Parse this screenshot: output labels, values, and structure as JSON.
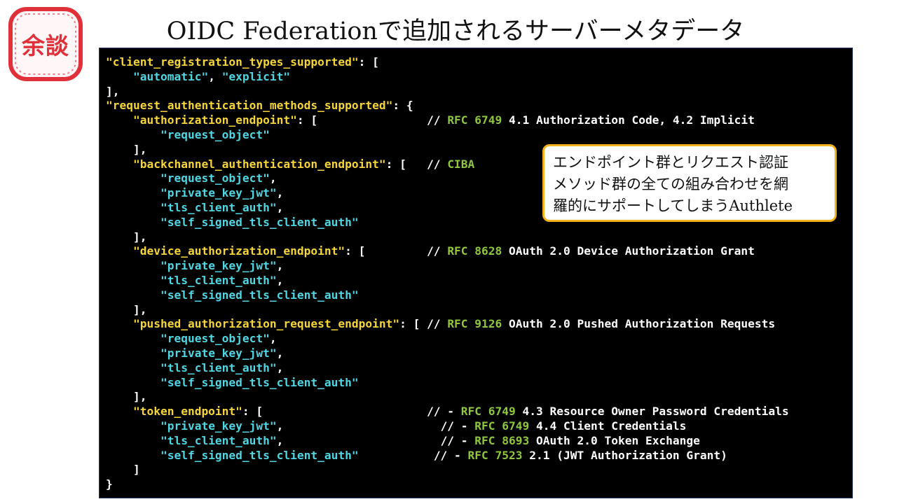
{
  "slide": {
    "title": "OIDC Federationで追加されるサーバーメタデータ",
    "stamp_text": "余談",
    "colors": {
      "stamp_red": "#e0303a",
      "key_yellow": "#f5d53a",
      "value_cyan": "#4fd6e2",
      "rfc_green": "#8ec63f",
      "callout_border": "#f2b31b",
      "code_background": "#000000"
    }
  },
  "code": {
    "lines": [
      {
        "indent": "",
        "key": "\"client_registration_types_supported\"",
        "punct": ": [",
        "value": "",
        "tail": "",
        "comment": "",
        "rfc": "",
        "desc": ""
      },
      {
        "indent": "    ",
        "key": "",
        "punct": "",
        "value": "\"automatic\"",
        "tail": ", ",
        "value2": "\"explicit\"",
        "comment": "",
        "rfc": "",
        "desc": ""
      },
      {
        "indent": "",
        "key": "",
        "punct": "],",
        "value": "",
        "tail": "",
        "comment": "",
        "rfc": "",
        "desc": ""
      },
      {
        "indent": "",
        "key": "\"request_authentication_methods_supported\"",
        "punct": ": {",
        "value": "",
        "tail": "",
        "comment": "",
        "rfc": "",
        "desc": ""
      },
      {
        "indent": "    ",
        "key": "\"authorization_endpoint\"",
        "punct": ": [                ",
        "value": "",
        "tail": "",
        "comment": "// ",
        "rfc": "RFC 6749",
        "desc": " 4.1 Authorization Code, 4.2 Implicit"
      },
      {
        "indent": "        ",
        "key": "",
        "punct": "",
        "value": "\"request_object\"",
        "tail": "",
        "comment": "",
        "rfc": "",
        "desc": ""
      },
      {
        "indent": "    ",
        "key": "",
        "punct": "],",
        "value": "",
        "tail": "",
        "comment": "",
        "rfc": "",
        "desc": ""
      },
      {
        "indent": "    ",
        "key": "\"backchannel_authentication_endpoint\"",
        "punct": ": [   ",
        "value": "",
        "tail": "",
        "comment": "// ",
        "rfc": "",
        "desc": "CIBA",
        "desc_green": true
      },
      {
        "indent": "        ",
        "key": "",
        "punct": "",
        "value": "\"request_object\"",
        "tail": ",",
        "comment": "",
        "rfc": "",
        "desc": ""
      },
      {
        "indent": "        ",
        "key": "",
        "punct": "",
        "value": "\"private_key_jwt\"",
        "tail": ",",
        "comment": "",
        "rfc": "",
        "desc": ""
      },
      {
        "indent": "        ",
        "key": "",
        "punct": "",
        "value": "\"tls_client_auth\"",
        "tail": ",",
        "comment": "",
        "rfc": "",
        "desc": ""
      },
      {
        "indent": "        ",
        "key": "",
        "punct": "",
        "value": "\"self_signed_tls_client_auth\"",
        "tail": "",
        "comment": "",
        "rfc": "",
        "desc": ""
      },
      {
        "indent": "    ",
        "key": "",
        "punct": "],",
        "value": "",
        "tail": "",
        "comment": "",
        "rfc": "",
        "desc": ""
      },
      {
        "indent": "    ",
        "key": "\"device_authorization_endpoint\"",
        "punct": ": [         ",
        "value": "",
        "tail": "",
        "comment": "// ",
        "rfc": "RFC 8628",
        "desc": " OAuth 2.0 Device Authorization Grant"
      },
      {
        "indent": "        ",
        "key": "",
        "punct": "",
        "value": "\"private_key_jwt\"",
        "tail": ",",
        "comment": "",
        "rfc": "",
        "desc": ""
      },
      {
        "indent": "        ",
        "key": "",
        "punct": "",
        "value": "\"tls_client_auth\"",
        "tail": ",",
        "comment": "",
        "rfc": "",
        "desc": ""
      },
      {
        "indent": "        ",
        "key": "",
        "punct": "",
        "value": "\"self_signed_tls_client_auth\"",
        "tail": "",
        "comment": "",
        "rfc": "",
        "desc": ""
      },
      {
        "indent": "    ",
        "key": "",
        "punct": "],",
        "value": "",
        "tail": "",
        "comment": "",
        "rfc": "",
        "desc": ""
      },
      {
        "indent": "    ",
        "key": "\"pushed_authorization_request_endpoint\"",
        "punct": ": [ ",
        "value": "",
        "tail": "",
        "comment": "// ",
        "rfc": "RFC 9126",
        "desc": " OAuth 2.0 Pushed Authorization Requests"
      },
      {
        "indent": "        ",
        "key": "",
        "punct": "",
        "value": "\"request_object\"",
        "tail": ",",
        "comment": "",
        "rfc": "",
        "desc": ""
      },
      {
        "indent": "        ",
        "key": "",
        "punct": "",
        "value": "\"private_key_jwt\"",
        "tail": ",",
        "comment": "",
        "rfc": "",
        "desc": ""
      },
      {
        "indent": "        ",
        "key": "",
        "punct": "",
        "value": "\"tls_client_auth\"",
        "tail": ",",
        "comment": "",
        "rfc": "",
        "desc": ""
      },
      {
        "indent": "        ",
        "key": "",
        "punct": "",
        "value": "\"self_signed_tls_client_auth\"",
        "tail": "",
        "comment": "",
        "rfc": "",
        "desc": ""
      },
      {
        "indent": "    ",
        "key": "",
        "punct": "],",
        "value": "",
        "tail": "",
        "comment": "",
        "rfc": "",
        "desc": ""
      },
      {
        "indent": "    ",
        "key": "\"token_endpoint\"",
        "punct": ": [                        ",
        "value": "",
        "tail": "",
        "comment": "// - ",
        "rfc": "RFC 6749",
        "desc": " 4.3 Resource Owner Password Credentials"
      },
      {
        "indent": "        ",
        "key": "",
        "punct": "",
        "value": "\"private_key_jwt\"",
        "tail": ",                       ",
        "comment": "// - ",
        "rfc": "RFC 6749",
        "desc": " 4.4 Client Credentials"
      },
      {
        "indent": "        ",
        "key": "",
        "punct": "",
        "value": "\"tls_client_auth\"",
        "tail": ",                       ",
        "comment": "// - ",
        "rfc": "RFC 8693",
        "desc": " OAuth 2.0 Token Exchange"
      },
      {
        "indent": "        ",
        "key": "",
        "punct": "",
        "value": "\"self_signed_tls_client_auth\"",
        "tail": "           ",
        "comment": "// - ",
        "rfc": "RFC 7523",
        "desc": " 2.1 (JWT Authorization Grant)"
      },
      {
        "indent": "    ",
        "key": "",
        "punct": "]",
        "value": "",
        "tail": "",
        "comment": "",
        "rfc": "",
        "desc": ""
      },
      {
        "indent": "",
        "key": "",
        "punct": "}",
        "value": "",
        "tail": "",
        "comment": "",
        "rfc": "",
        "desc": ""
      }
    ]
  },
  "callout": {
    "lines": [
      "エンドポイント群とリクエスト認証",
      "メソッド群の全ての組み合わせを網",
      "羅的にサポートしてしまうAuthlete"
    ]
  }
}
